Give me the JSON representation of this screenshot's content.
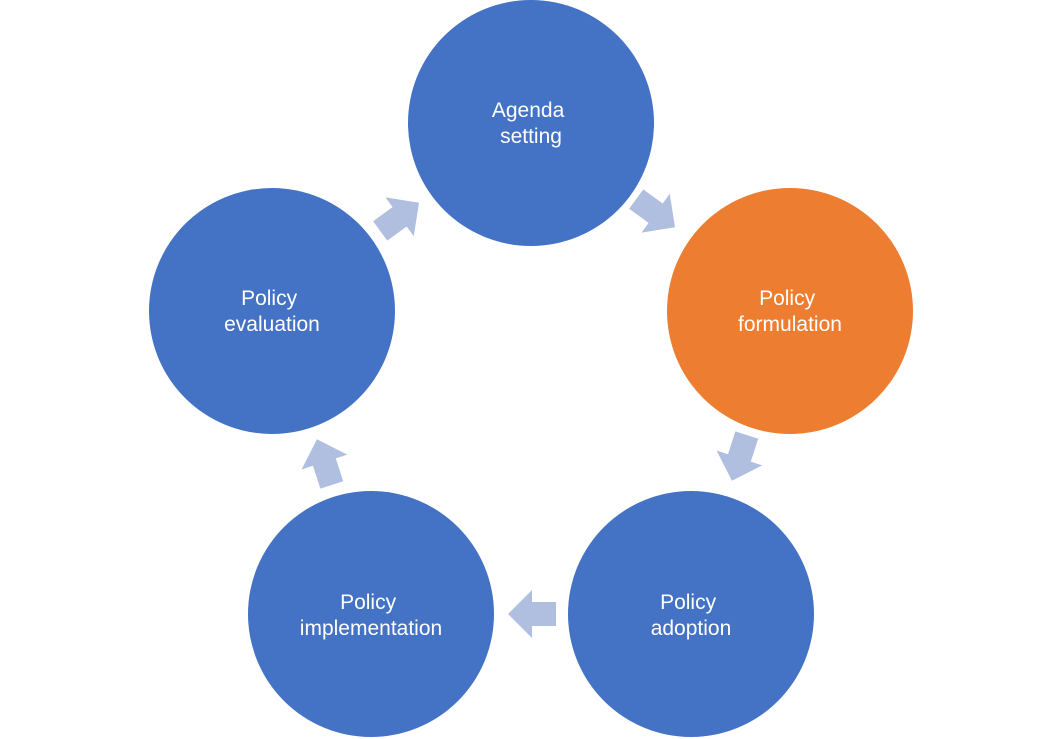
{
  "diagram": {
    "stages": [
      {
        "id": "agenda-setting",
        "lines": [
          "Agenda",
          "setting"
        ],
        "color": "#4472C4"
      },
      {
        "id": "policy-formulation",
        "lines": [
          "Policy",
          "formulation"
        ],
        "color": "#ED7D31"
      },
      {
        "id": "policy-adoption",
        "lines": [
          "Policy",
          "adoption"
        ],
        "color": "#4472C4"
      },
      {
        "id": "policy-implementation",
        "lines": [
          "Policy",
          "implementation"
        ],
        "color": "#4472C4"
      },
      {
        "id": "policy-evaluation",
        "lines": [
          "Policy",
          "evaluation"
        ],
        "color": "#4472C4"
      }
    ],
    "arrow_color": "#B0BEE0"
  }
}
